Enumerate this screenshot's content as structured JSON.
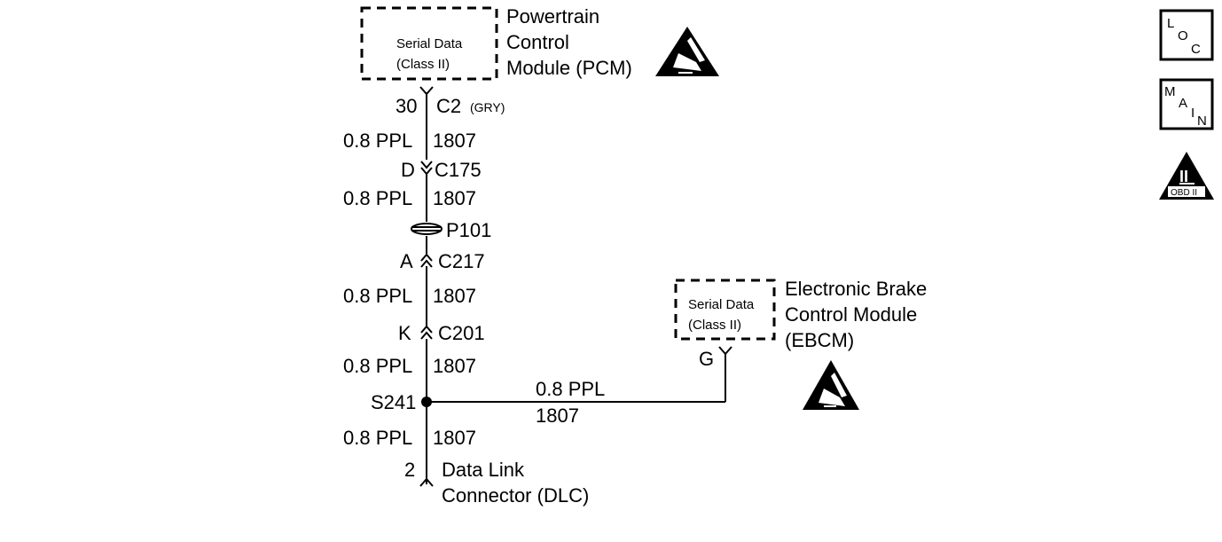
{
  "pcm": {
    "inner_line1": "Serial Data",
    "inner_line2": "(Class II)",
    "name_line1": "Powertrain",
    "name_line2": "Control",
    "name_line3": "Module (PCM)"
  },
  "pcm_connector": {
    "pin": "30",
    "connector": "C2",
    "color": "(GRY)"
  },
  "wire_segments": [
    {
      "gauge_color": "0.8 PPL",
      "circuit": "1807"
    },
    {
      "gauge_color": "0.8 PPL",
      "circuit": "1807"
    },
    {
      "gauge_color": "0.8 PPL",
      "circuit": "1807"
    },
    {
      "gauge_color": "0.8 PPL",
      "circuit": "1807"
    },
    {
      "gauge_color": "0.8 PPL",
      "circuit": "1807"
    }
  ],
  "inline_connectors": [
    {
      "pin": "D",
      "name": "C175"
    },
    {
      "pin": "",
      "name": "P101"
    },
    {
      "pin": "A",
      "name": "C217"
    },
    {
      "pin": "K",
      "name": "C201"
    }
  ],
  "splice": {
    "name": "S241"
  },
  "branch_wire": {
    "gauge_color": "0.8 PPL",
    "circuit": "1807"
  },
  "ebcm": {
    "inner_line1": "Serial Data",
    "inner_line2": "(Class II)",
    "name_line1": "Electronic Brake",
    "name_line2": "Control Module",
    "name_line3": "(EBCM)",
    "pin": "G"
  },
  "dlc": {
    "pin": "2",
    "name_line1": "Data Link",
    "name_line2": "Connector (DLC)"
  },
  "side_icons": {
    "loc": [
      "L",
      "O",
      "C"
    ],
    "main": [
      "M",
      "A",
      "I",
      "N"
    ],
    "obd_numeral": "II",
    "obd_label": "OBD II"
  }
}
